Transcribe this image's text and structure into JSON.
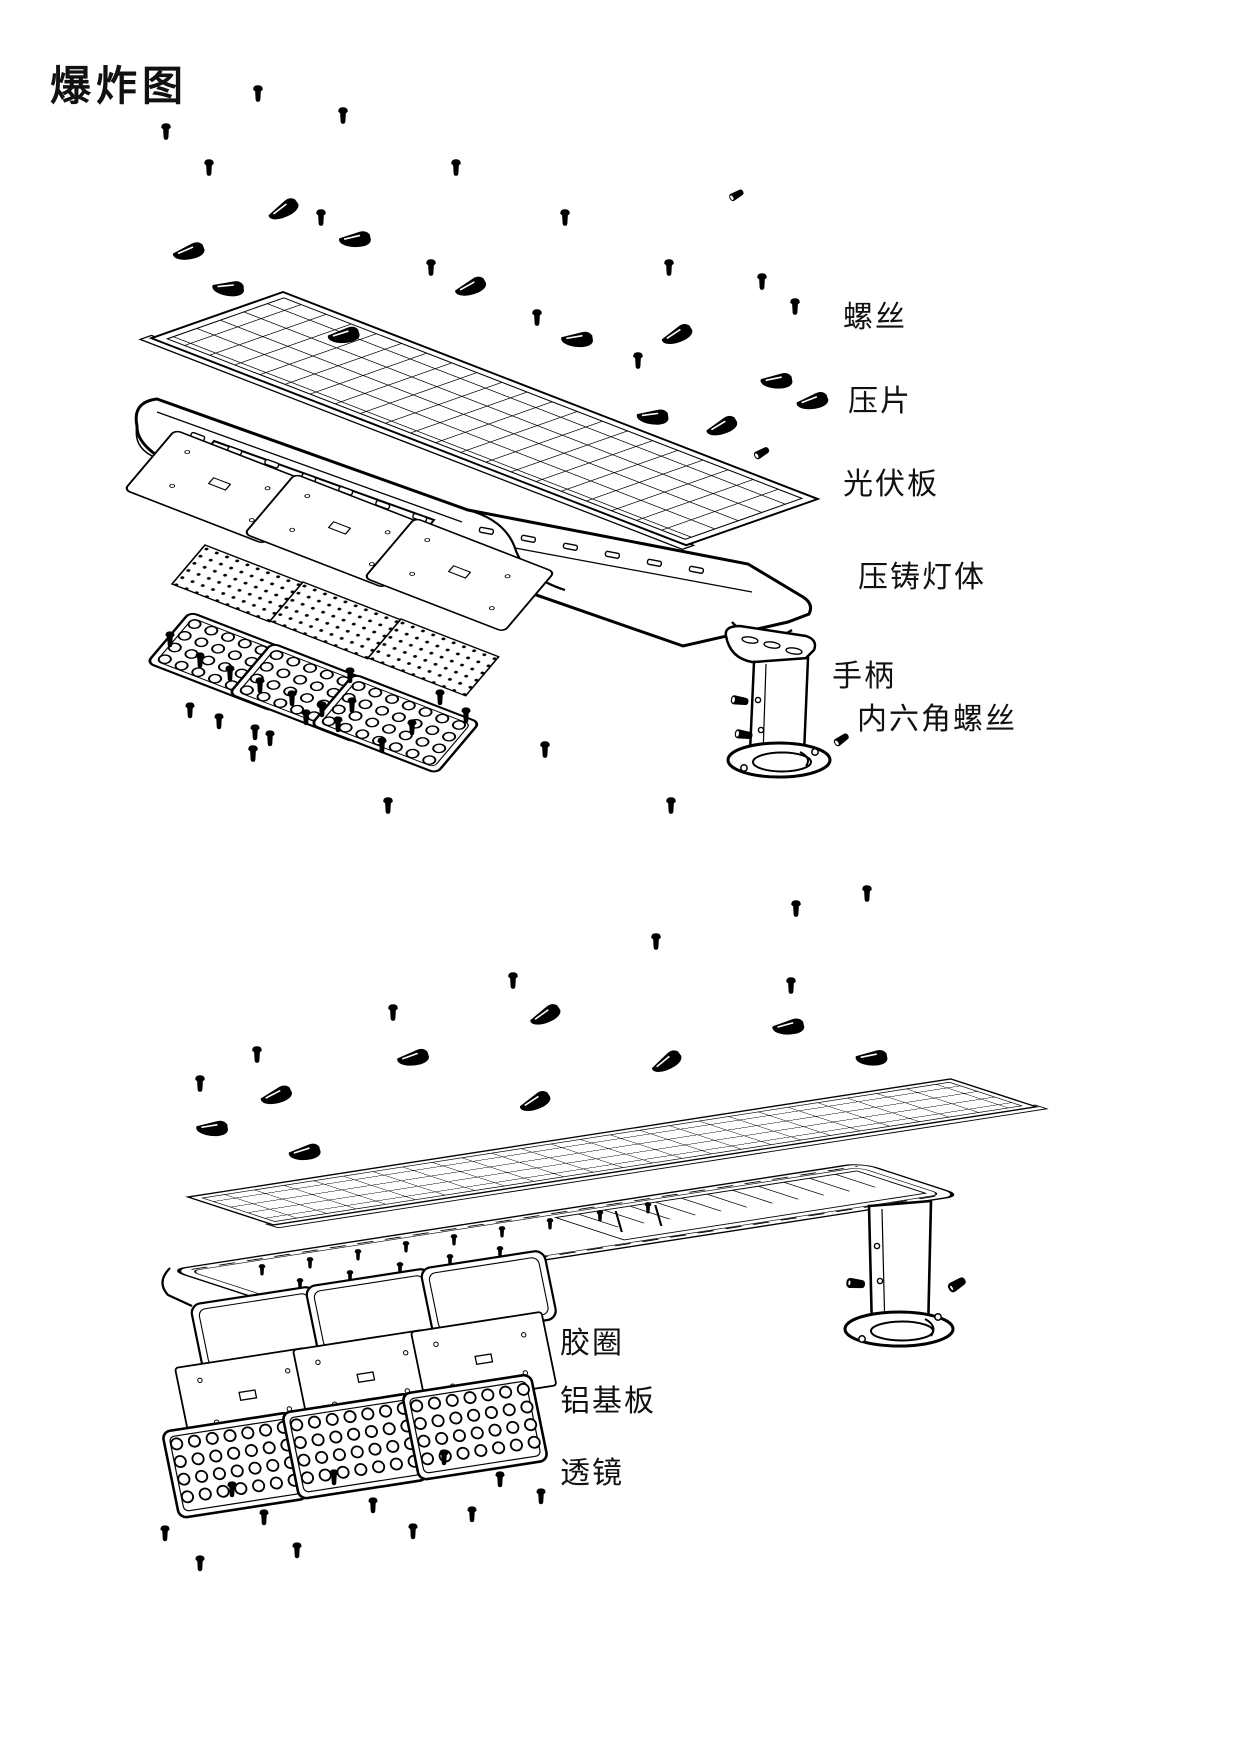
{
  "page": {
    "title": "爆炸图"
  },
  "upper": {
    "labels": [
      {
        "id": "screws",
        "text": "螺丝"
      },
      {
        "id": "press-plate",
        "text": "压片"
      },
      {
        "id": "pv-panel",
        "text": "光伏板"
      },
      {
        "id": "die-cast-body",
        "text": "压铸灯体"
      },
      {
        "id": "handle",
        "text": "手柄"
      },
      {
        "id": "hex-socket-screws",
        "text": "内六角螺丝"
      }
    ]
  },
  "lower": {
    "labels": [
      {
        "id": "rubber-ring",
        "text": "胶圈"
      },
      {
        "id": "aluminum-pcb",
        "text": "铝基板"
      },
      {
        "id": "lens",
        "text": "透镜"
      }
    ]
  }
}
